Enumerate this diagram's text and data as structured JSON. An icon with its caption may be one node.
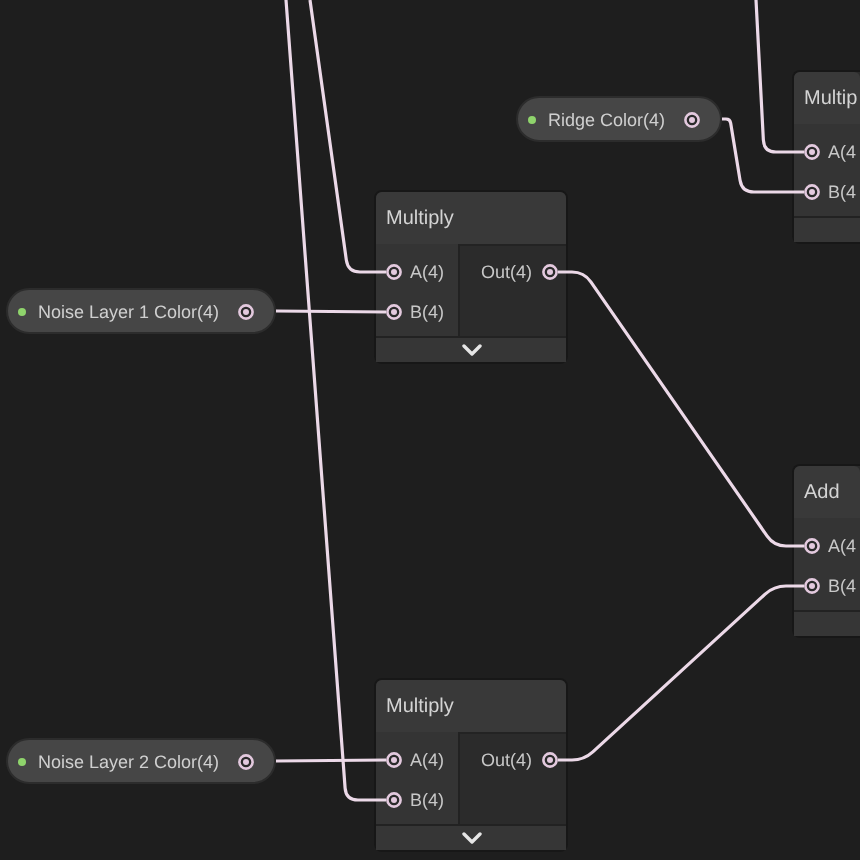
{
  "diagram": {
    "nodes": [
      {
        "text": [
          "Multip"
        ]
      },
      {
        "text": [
          "A(4"
        ],
        "in": 0
      },
      {
        "text": [
          "B(4"
        ],
        "in": 0
      },
      {
        "text": [
          "Ridge Color(4)"
        ]
      },
      {
        "text": [
          "Multiply"
        ]
      },
      {
        "text": [
          "A(4)"
        ],
        "in": 4
      },
      {
        "text": [
          "B(4)"
        ],
        "in": 4
      },
      {
        "text": [
          "Out(4)"
        ],
        "in": 4
      },
      {
        "text": [
          "Noise Layer 1 Color(4)"
        ]
      },
      {
        "text": [
          "Add"
        ]
      },
      {
        "text": [
          "A(4"
        ],
        "in": 9
      },
      {
        "text": [
          "B(4"
        ],
        "in": 9
      },
      {
        "text": [
          "Multiply"
        ]
      },
      {
        "text": [
          "A(4)"
        ],
        "in": 12
      },
      {
        "text": [
          "B(4)"
        ],
        "in": 12
      },
      {
        "text": [
          "Out(4)"
        ],
        "in": 12
      },
      {
        "text": [
          "Noise Layer 2 Color(4)"
        ]
      }
    ],
    "edges": [
      {
        "from": null,
        "to": 1,
        "arrow": "none"
      },
      {
        "from": 3,
        "to": 2,
        "arrow": "none"
      },
      {
        "from": null,
        "to": 5,
        "arrow": "none"
      },
      {
        "from": 8,
        "to": 6,
        "arrow": "none"
      },
      {
        "from": null,
        "to": 14,
        "arrow": "none"
      },
      {
        "from": 16,
        "to": 13,
        "arrow": "none"
      },
      {
        "from": 7,
        "to": 10,
        "arrow": "none"
      },
      {
        "from": 15,
        "to": 11,
        "arrow": "none"
      }
    ]
  }
}
